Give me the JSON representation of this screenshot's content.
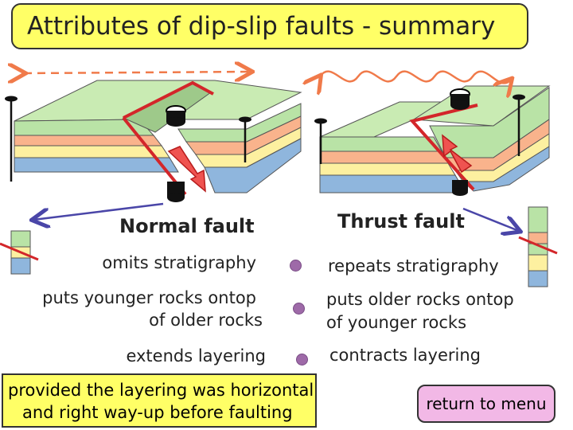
{
  "title": "Attributes of dip-slip faults - summary",
  "normal": {
    "name": "Normal fault",
    "attributes": [
      "omits stratigraphy",
      "puts younger rocks ontop",
      "of older rocks",
      "extends layering"
    ]
  },
  "thrust": {
    "name": "Thrust fault",
    "attributes": [
      "repeats stratigraphy",
      "puts older rocks ontop",
      "of younger rocks",
      "contracts layering"
    ]
  },
  "note": {
    "line1": "provided the layering was horizontal",
    "line2": "and right way-up before faulting"
  },
  "menu_button": "return to menu",
  "colors": {
    "title_bg": "#ffff66",
    "green_layer": "#b9e3a6",
    "orange_layer": "#f9b38c",
    "yellow_layer": "#fdf0a0",
    "blue_layer": "#8fb6dd",
    "fault_red": "#d3262a",
    "arrow_orange": "#f07a4a",
    "arrow_purple": "#4a46a8",
    "bullet_purple": "#9e6aa8",
    "button_pink": "#f2b8e6"
  }
}
